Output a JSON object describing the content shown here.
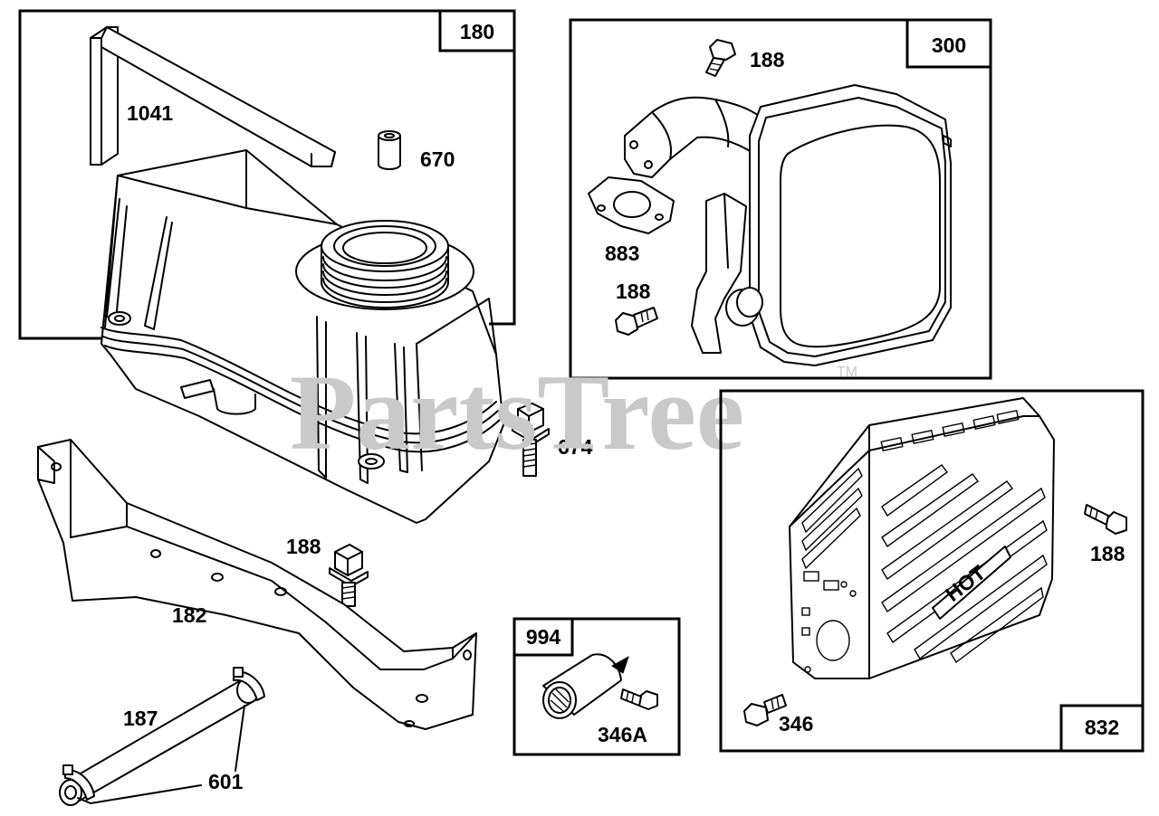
{
  "watermark": {
    "text": "PartsTree",
    "trademark": "TM"
  },
  "boxes": {
    "fuel_tank_kit": "180",
    "muffler_kit": "300",
    "guard_kit": "832",
    "spark_arrestor_kit": "994"
  },
  "parts": {
    "bracket_1041": "1041",
    "bushing_670": "670",
    "screw_674": "674",
    "screw_188_tank": "188",
    "bracket_182": "182",
    "fuel_line_187": "187",
    "clamp_601": "601",
    "screw_188_muffler_top": "188",
    "gasket_883": "883",
    "screw_188_muffler_bottom": "188",
    "screw_188_guard": "188",
    "screw_346": "346",
    "screw_346a": "346A"
  },
  "guard_text": "HOT"
}
